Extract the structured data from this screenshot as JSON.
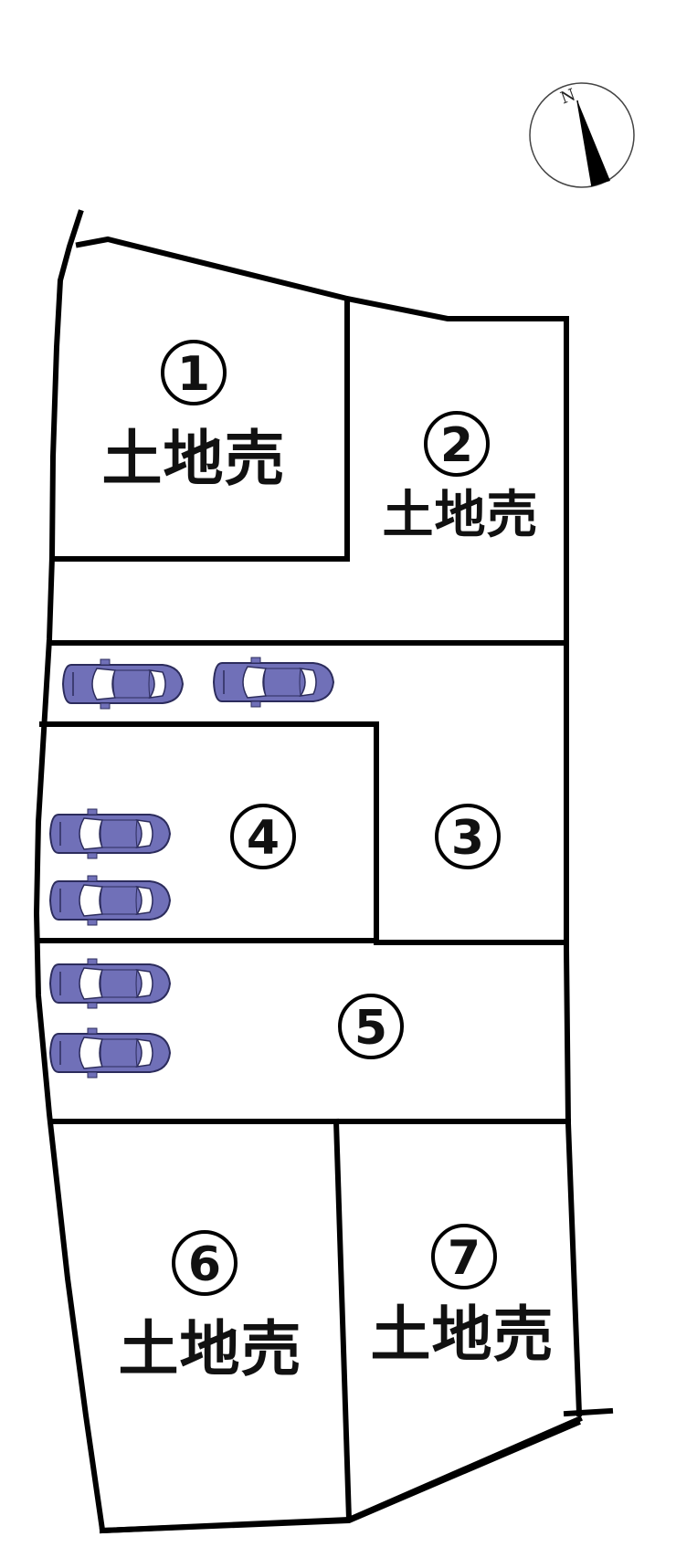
{
  "compass": {
    "label": "N"
  },
  "lots": [
    {
      "id": "lot-1",
      "number": "1",
      "label": "土地売"
    },
    {
      "id": "lot-2",
      "number": "2",
      "label": "土地売"
    },
    {
      "id": "lot-3",
      "number": "3",
      "label": ""
    },
    {
      "id": "lot-4",
      "number": "4",
      "label": ""
    },
    {
      "id": "lot-5",
      "number": "5",
      "label": ""
    },
    {
      "id": "lot-6",
      "number": "6",
      "label": "土地売"
    },
    {
      "id": "lot-7",
      "number": "7",
      "label": "土地売"
    }
  ],
  "colors": {
    "line": "#000000",
    "car_body": "#7070b8",
    "car_window": "#ffffff"
  }
}
